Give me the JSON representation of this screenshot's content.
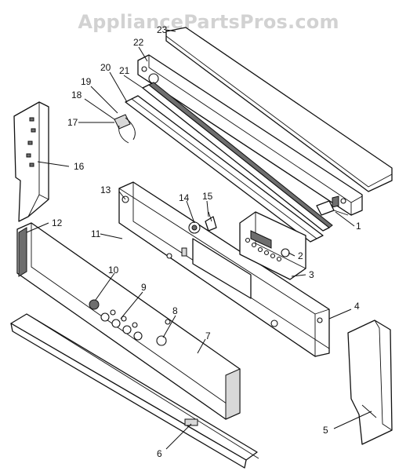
{
  "watermark": "AppliancePartsPros.com",
  "callouts": [
    "1",
    "2",
    "3",
    "4",
    "5",
    "6",
    "7",
    "8",
    "9",
    "10",
    "11",
    "12",
    "13",
    "14",
    "15",
    "16",
    "17",
    "18",
    "19",
    "20",
    "21",
    "22",
    "23"
  ]
}
